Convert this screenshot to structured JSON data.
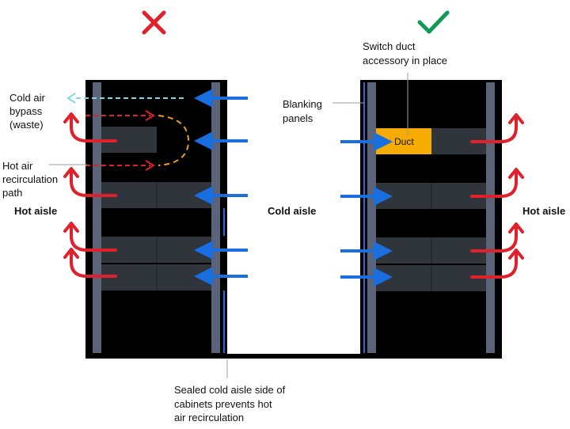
{
  "labels": {
    "cold_air_bypass": [
      "Cold air",
      "bypass",
      "(waste)"
    ],
    "hot_air_recirculation": [
      "Hot air",
      "recirculation",
      "path"
    ],
    "hot_aisle_left": "Hot aisle",
    "cold_aisle": "Cold aisle",
    "hot_aisle_right": "Hot aisle",
    "blanking_panels": [
      "Blanking",
      "panels"
    ],
    "switch_duct": [
      "Switch duct",
      "accessory in place"
    ],
    "duct": "Duct",
    "sealed_note": [
      "Sealed cold aisle side of",
      "cabinets prevents hot",
      "air recirculation"
    ]
  },
  "status": {
    "left": "incorrect-x-icon",
    "right": "correct-check-icon"
  },
  "colors": {
    "hot": "#e0202a",
    "cold": "#1a6fe0",
    "bypass": "#7fd8e8",
    "recirc": "#f09a2a",
    "rail": "#5a6378",
    "panel": "#30353c",
    "duct": "#f5ab00",
    "check": "#0f9a57"
  }
}
